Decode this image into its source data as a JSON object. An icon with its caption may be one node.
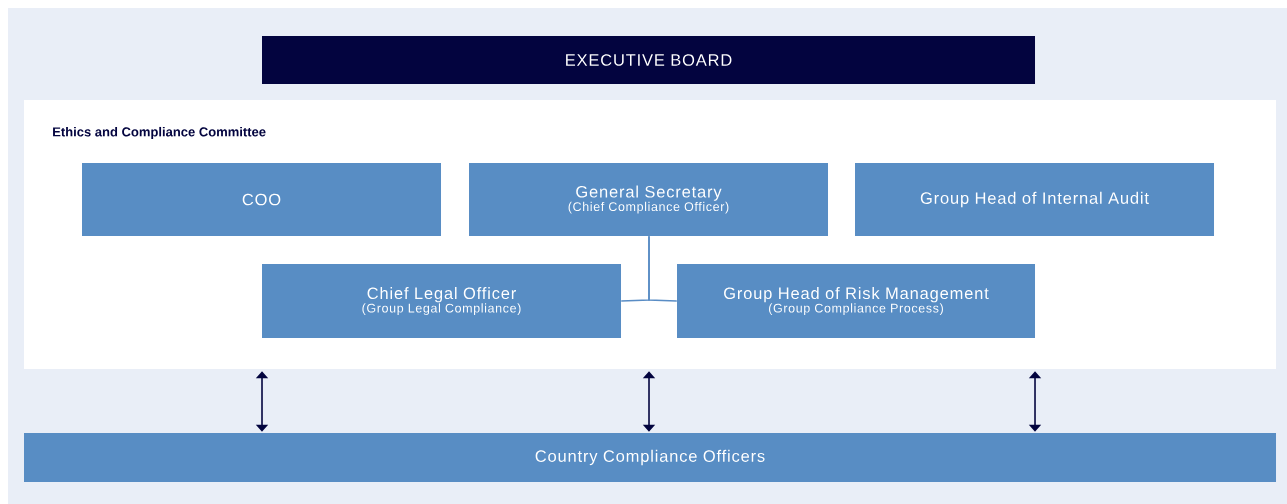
{
  "diagram": {
    "nodes": [
      {
        "text": [
          "EXECUTIVE BOARD"
        ]
      },
      {
        "text": [
          "Ethics and Compliance Committee"
        ]
      },
      {
        "text": [
          "COO"
        ],
        "in": 1
      },
      {
        "text": [
          "General Secretary",
          "(Chief Compliance Officer)"
        ],
        "in": 1
      },
      {
        "text": [
          "Group Head of Internal Audit"
        ],
        "in": 1
      },
      {
        "text": [
          "Chief Legal Officer",
          "(Group Legal Compliance)"
        ],
        "in": 1
      },
      {
        "text": [
          "Group Head of Risk Management",
          "(Group Compliance Process)"
        ],
        "in": 1
      },
      {
        "text": [
          "Country Compliance Officers"
        ]
      }
    ],
    "edges": [
      {
        "from": 3,
        "to": 5,
        "arrow": "none",
        "color": "#5a8dc5"
      },
      {
        "from": 3,
        "to": 6,
        "arrow": "none",
        "color": "#5a8dc5"
      },
      {
        "from": 1,
        "to": 7,
        "arrow": "both"
      },
      {
        "from": 1,
        "to": 7,
        "arrow": "both"
      },
      {
        "from": 1,
        "to": 7,
        "arrow": "both"
      }
    ]
  }
}
